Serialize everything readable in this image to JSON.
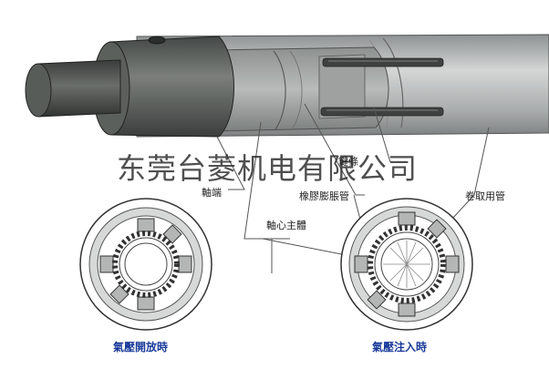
{
  "watermark": "东莞台菱机电有限公司",
  "labels": {
    "shaft_end": "軸端",
    "shaft_body": "軸心主體",
    "rubber_tube": "橡膠膨脹管",
    "winding_tube": "卷取用管",
    "key": "鍵條"
  },
  "captions": {
    "deflated": "氣壓開放時",
    "inflated": "氣壓注入時"
  },
  "colors": {
    "caption": "#1a3a9a",
    "shaft_dark": "#5a5e5a",
    "tube": "#b9bcbc",
    "rubber": "#6e7170"
  }
}
